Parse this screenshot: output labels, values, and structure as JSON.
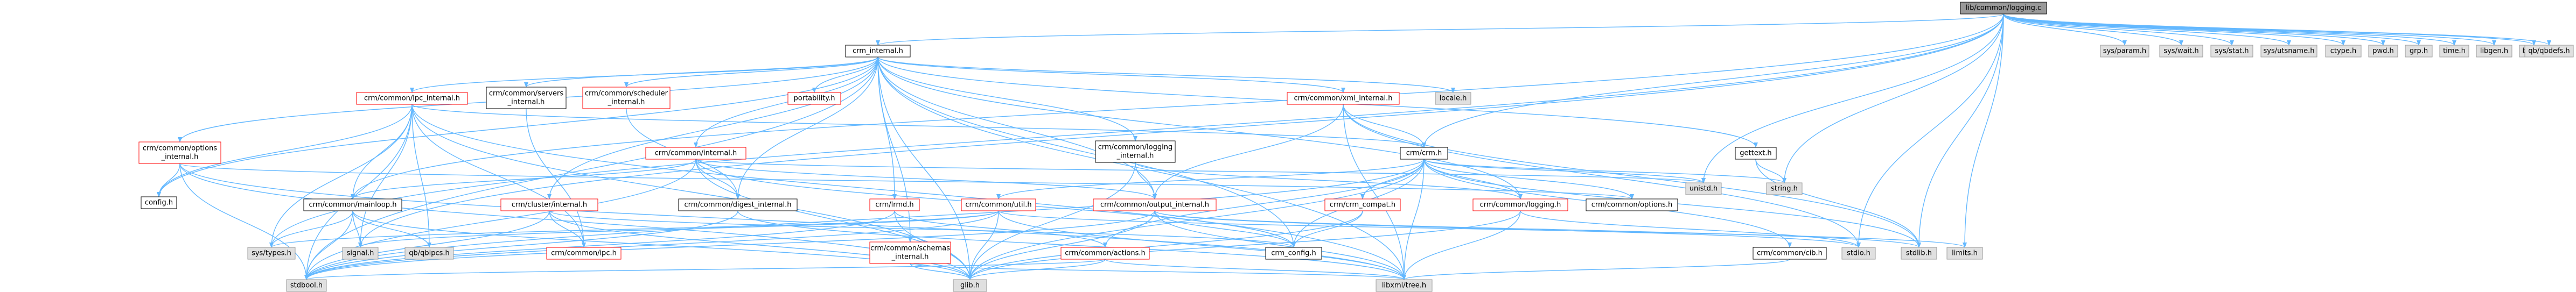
{
  "colors": {
    "edge": "#63b8ff",
    "root_fill": "#999999",
    "normal_fill": "#ffffff",
    "normal_stroke": "#000000",
    "missing_fill": "#e0e0e0",
    "missing_stroke": "#999999",
    "red_stroke": "#ff0000"
  },
  "nodes": [
    {
      "id": "root",
      "label": "lib/common/logging.c",
      "style": "root"
    },
    {
      "id": "crm_internal",
      "label": "crm_internal.h",
      "style": "normal"
    },
    {
      "id": "sys_param",
      "label": "sys/param.h",
      "style": "missing"
    },
    {
      "id": "sys_wait",
      "label": "sys/wait.h",
      "style": "missing"
    },
    {
      "id": "sys_stat",
      "label": "sys/stat.h",
      "style": "missing"
    },
    {
      "id": "sys_utsname",
      "label": "sys/utsname.h",
      "style": "missing"
    },
    {
      "id": "ctype",
      "label": "ctype.h",
      "style": "missing"
    },
    {
      "id": "pwd",
      "label": "pwd.h",
      "style": "missing"
    },
    {
      "id": "grp",
      "label": "grp.h",
      "style": "missing"
    },
    {
      "id": "time",
      "label": "time.h",
      "style": "missing"
    },
    {
      "id": "libgen",
      "label": "libgen.h",
      "style": "missing"
    },
    {
      "id": "bzlib",
      "label": "bzlib.h",
      "style": "missing"
    },
    {
      "id": "qbdefs",
      "label": "qb/qbdefs.h",
      "style": "missing"
    },
    {
      "id": "ipc_internal",
      "label": "crm/common/ipc_internal.h",
      "style": "red"
    },
    {
      "id": "servers_internal",
      "label": "crm/common/servers\n_internal.h",
      "style": "normal"
    },
    {
      "id": "scheduler_internal",
      "label": "crm/common/scheduler\n_internal.h",
      "style": "red"
    },
    {
      "id": "portability",
      "label": "portability.h",
      "style": "red"
    },
    {
      "id": "xml_internal",
      "label": "crm/common/xml_internal.h",
      "style": "red"
    },
    {
      "id": "locale",
      "label": "locale.h",
      "style": "missing"
    },
    {
      "id": "options_internal",
      "label": "crm/common/options\n_internal.h",
      "style": "red"
    },
    {
      "id": "common_internal",
      "label": "crm/common/internal.h",
      "style": "red"
    },
    {
      "id": "logging_internal",
      "label": "crm/common/logging\n_internal.h",
      "style": "normal"
    },
    {
      "id": "crm",
      "label": "crm/crm.h",
      "style": "normal"
    },
    {
      "id": "gettext",
      "label": "gettext.h",
      "style": "normal"
    },
    {
      "id": "config",
      "label": "config.h",
      "style": "normal"
    },
    {
      "id": "mainloop",
      "label": "crm/common/mainloop.h",
      "style": "normal"
    },
    {
      "id": "cluster_internal",
      "label": "crm/cluster/internal.h",
      "style": "red"
    },
    {
      "id": "digest_internal",
      "label": "crm/common/digest_internal.h",
      "style": "normal"
    },
    {
      "id": "lrmd",
      "label": "crm/lrmd.h",
      "style": "red"
    },
    {
      "id": "util",
      "label": "crm/common/util.h",
      "style": "red"
    },
    {
      "id": "output_internal",
      "label": "crm/common/output_internal.h",
      "style": "red"
    },
    {
      "id": "crm_compat",
      "label": "crm/crm_compat.h",
      "style": "red"
    },
    {
      "id": "common_logging",
      "label": "crm/common/logging.h",
      "style": "red"
    },
    {
      "id": "common_options",
      "label": "crm/common/options.h",
      "style": "normal"
    },
    {
      "id": "unistd",
      "label": "unistd.h",
      "style": "missing"
    },
    {
      "id": "string",
      "label": "string.h",
      "style": "missing"
    },
    {
      "id": "sys_types",
      "label": "sys/types.h",
      "style": "missing"
    },
    {
      "id": "signal",
      "label": "signal.h",
      "style": "missing"
    },
    {
      "id": "qbipcs",
      "label": "qb/qbipcs.h",
      "style": "missing"
    },
    {
      "id": "ipc",
      "label": "crm/common/ipc.h",
      "style": "red"
    },
    {
      "id": "schemas_internal",
      "label": "crm/common/schemas\n_internal.h",
      "style": "red"
    },
    {
      "id": "actions",
      "label": "crm/common/actions.h",
      "style": "red"
    },
    {
      "id": "crm_config",
      "label": "crm_config.h",
      "style": "normal"
    },
    {
      "id": "cib",
      "label": "crm/common/cib.h",
      "style": "normal"
    },
    {
      "id": "stdio",
      "label": "stdio.h",
      "style": "missing"
    },
    {
      "id": "stdlib",
      "label": "stdlib.h",
      "style": "missing"
    },
    {
      "id": "limits",
      "label": "limits.h",
      "style": "missing"
    },
    {
      "id": "stdbool",
      "label": "stdbool.h",
      "style": "missing"
    },
    {
      "id": "glib",
      "label": "glib.h",
      "style": "missing"
    },
    {
      "id": "libxml_tree",
      "label": "libxml/tree.h",
      "style": "missing"
    }
  ],
  "edges": [
    [
      "root",
      "crm_internal"
    ],
    [
      "root",
      "sys_param"
    ],
    [
      "root",
      "sys_wait"
    ],
    [
      "root",
      "sys_stat"
    ],
    [
      "root",
      "sys_utsname"
    ],
    [
      "root",
      "ctype"
    ],
    [
      "root",
      "pwd"
    ],
    [
      "root",
      "grp"
    ],
    [
      "root",
      "time"
    ],
    [
      "root",
      "libgen"
    ],
    [
      "root",
      "bzlib"
    ],
    [
      "root",
      "qbdefs"
    ],
    [
      "root",
      "stdio"
    ],
    [
      "root",
      "stdlib"
    ],
    [
      "root",
      "limits"
    ],
    [
      "root",
      "string"
    ],
    [
      "root",
      "unistd"
    ],
    [
      "root",
      "crm"
    ],
    [
      "root",
      "mainloop"
    ],
    [
      "root",
      "signal"
    ],
    [
      "root",
      "sys_types"
    ],
    [
      "crm_internal",
      "config"
    ],
    [
      "crm_internal",
      "portability"
    ],
    [
      "crm_internal",
      "glib"
    ],
    [
      "crm_internal",
      "stdbool"
    ],
    [
      "crm_internal",
      "libxml_tree"
    ],
    [
      "crm_internal",
      "crm_config"
    ],
    [
      "crm_internal",
      "locale"
    ],
    [
      "crm_internal",
      "gettext"
    ],
    [
      "crm_internal",
      "lrmd"
    ],
    [
      "crm_internal",
      "options_internal"
    ],
    [
      "crm_internal",
      "output_internal"
    ],
    [
      "crm_internal",
      "schemas_internal"
    ],
    [
      "crm_internal",
      "scheduler_internal"
    ],
    [
      "crm_internal",
      "servers_internal"
    ],
    [
      "crm_internal",
      "logging_internal"
    ],
    [
      "crm_internal",
      "common_internal"
    ],
    [
      "crm_internal",
      "xml_internal"
    ],
    [
      "crm_internal",
      "ipc_internal"
    ],
    [
      "crm_internal",
      "digest_internal"
    ],
    [
      "crm_internal",
      "cluster_internal"
    ],
    [
      "crm_internal",
      "common_logging"
    ],
    [
      "ipc_internal",
      "stdbool"
    ],
    [
      "ipc_internal",
      "stdint"
    ],
    [
      "ipc_internal",
      "sys_types"
    ],
    [
      "ipc_internal",
      "glib"
    ],
    [
      "ipc_internal",
      "libxml_tree"
    ],
    [
      "ipc_internal",
      "qbipcs"
    ],
    [
      "ipc_internal",
      "ipc"
    ],
    [
      "ipc_internal",
      "mainloop"
    ],
    [
      "ipc_internal",
      "crm"
    ],
    [
      "ipc_internal",
      "config"
    ],
    [
      "ipc_internal",
      "signal"
    ],
    [
      "servers_internal",
      "ipc"
    ],
    [
      "scheduler_internal",
      "digest_internal"
    ],
    [
      "xml_internal",
      "stdlib"
    ],
    [
      "xml_internal",
      "stdio"
    ],
    [
      "xml_internal",
      "crm"
    ],
    [
      "xml_internal",
      "output_internal"
    ],
    [
      "xml_internal",
      "libxml_tree"
    ],
    [
      "options_internal",
      "config"
    ],
    [
      "options_internal",
      "glib"
    ],
    [
      "options_internal",
      "stdbool"
    ],
    [
      "options_internal",
      "libxml_tree"
    ],
    [
      "options_internal",
      "common_options"
    ],
    [
      "common_internal",
      "unistd"
    ],
    [
      "common_internal",
      "glib"
    ],
    [
      "common_internal",
      "stdbool"
    ],
    [
      "common_internal",
      "mainloop"
    ],
    [
      "common_internal",
      "digest_internal"
    ],
    [
      "common_internal",
      "crm_config"
    ],
    [
      "common_internal",
      "output_internal"
    ],
    [
      "logging_internal",
      "glib"
    ],
    [
      "logging_internal",
      "common_logging"
    ],
    [
      "logging_internal",
      "output_internal"
    ],
    [
      "crm",
      "crm_config"
    ],
    [
      "crm",
      "stdlib"
    ],
    [
      "crm",
      "glib"
    ],
    [
      "crm",
      "stdbool"
    ],
    [
      "crm",
      "string"
    ],
    [
      "crm",
      "libxml_tree"
    ],
    [
      "crm",
      "common_options"
    ],
    [
      "crm",
      "common_logging"
    ],
    [
      "crm",
      "util"
    ],
    [
      "crm",
      "actions"
    ],
    [
      "crm",
      "crm_compat"
    ],
    [
      "crm",
      "cib"
    ],
    [
      "crm",
      "unistd"
    ],
    [
      "gettext",
      "string"
    ],
    [
      "gettext",
      "stdlib"
    ],
    [
      "mainloop",
      "signal"
    ],
    [
      "mainloop",
      "sys_types"
    ],
    [
      "mainloop",
      "glib"
    ],
    [
      "mainloop",
      "stdbool"
    ],
    [
      "mainloop",
      "qbipcs"
    ],
    [
      "cluster_internal",
      "stdbool"
    ],
    [
      "cluster_internal",
      "glib"
    ],
    [
      "cluster_internal",
      "ipc"
    ],
    [
      "cluster_internal",
      "crm_config"
    ],
    [
      "digest_internal",
      "stdbool"
    ],
    [
      "digest_internal",
      "libxml_tree"
    ],
    [
      "lrmd",
      "stdbool"
    ],
    [
      "lrmd",
      "glib"
    ],
    [
      "lrmd",
      "actions"
    ],
    [
      "util",
      "sys_types"
    ],
    [
      "util",
      "stdbool"
    ],
    [
      "util",
      "limits"
    ],
    [
      "util",
      "signal"
    ],
    [
      "util",
      "glib"
    ],
    [
      "util",
      "libxml_tree"
    ],
    [
      "output_internal",
      "stdio"
    ],
    [
      "output_internal",
      "stdlib"
    ],
    [
      "output_internal",
      "stdbool"
    ],
    [
      "output_internal",
      "glib"
    ],
    [
      "output_internal",
      "libxml_tree"
    ],
    [
      "output_internal",
      "crm_config"
    ],
    [
      "crm_compat",
      "glib"
    ],
    [
      "crm_compat",
      "crm_config"
    ],
    [
      "common_logging",
      "glib"
    ],
    [
      "common_logging",
      "stdio"
    ],
    [
      "common_logging",
      "libxml_tree"
    ],
    [
      "schemas_internal",
      "glib"
    ],
    [
      "schemas_internal",
      "libxml_tree"
    ],
    [
      "actions",
      "stdbool"
    ],
    [
      "actions",
      "strings"
    ],
    [
      "actions",
      "glib"
    ],
    [
      "actions",
      "libxml_tree"
    ],
    [
      "cib",
      "libxml_tree"
    ]
  ]
}
